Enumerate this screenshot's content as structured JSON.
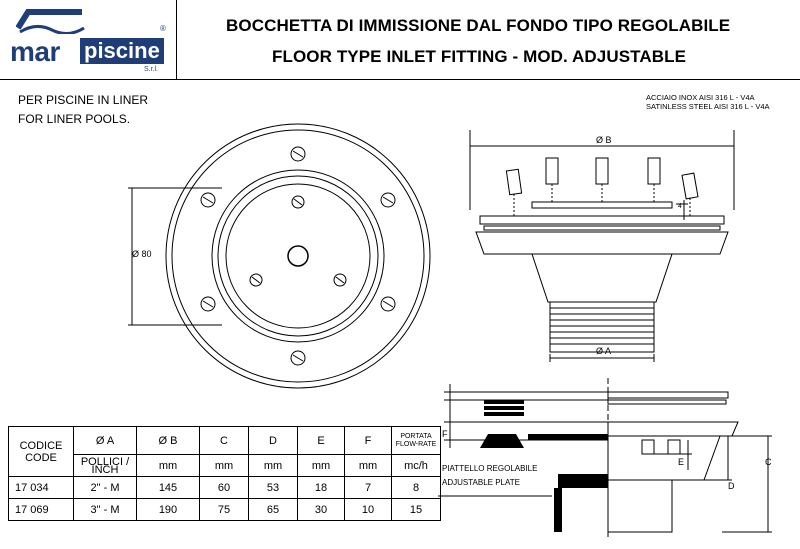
{
  "logo": {
    "brand_left": "mar",
    "brand_right": "piscine",
    "suffix": "S.r.l.",
    "registered": "®"
  },
  "header": {
    "title_it": "BOCCHETTA DI IMMISSIONE DAL FONDO TIPO REGOLABILE",
    "title_en": "FLOOR TYPE INLET FITTING - MOD. ADJUSTABLE"
  },
  "notes": {
    "pool_it": "PER PISCINE IN LINER",
    "pool_en": "FOR LINER POOLS.",
    "material_it": "ACCIAIO INOX AISI  316  L  -  V4A",
    "material_en": "SATINLESS STEEL AISI  316  L  -  V4A"
  },
  "drawing_labels": {
    "dia_80": "Ø 80",
    "dia_b": "Ø B",
    "dia_a": "Ø A",
    "dim_4": "4",
    "dim_f": "F",
    "dim_e": "E",
    "dim_d": "D",
    "dim_c": "C",
    "plate_it": "PIATTELLO REGOLABILE",
    "plate_en": "ADJUSTABLE PLATE"
  },
  "table": {
    "headers": {
      "code_it": "CODICE",
      "code_en": "CODE",
      "a": "Ø A",
      "a_sub": "POLLICI / INCH",
      "b": "Ø B",
      "c": "C",
      "d": "D",
      "e": "E",
      "f": "F",
      "flow_it": "PORTATA",
      "flow_en": "FLOW-RATE"
    },
    "units": {
      "b": "mm",
      "c": "mm",
      "d": "mm",
      "e": "mm",
      "f": "mm",
      "flow": "mc/h"
    },
    "rows": [
      {
        "code": "17 034",
        "a": "2\" - M",
        "b": "145",
        "c": "60",
        "d": "53",
        "e": "18",
        "f": "7",
        "flow": "8"
      },
      {
        "code": "17 069",
        "a": "3\" - M",
        "b": "190",
        "c": "75",
        "d": "65",
        "e": "30",
        "f": "10",
        "flow": "15"
      }
    ]
  },
  "colors": {
    "brand": "#1f3e78",
    "line": "#000000"
  }
}
